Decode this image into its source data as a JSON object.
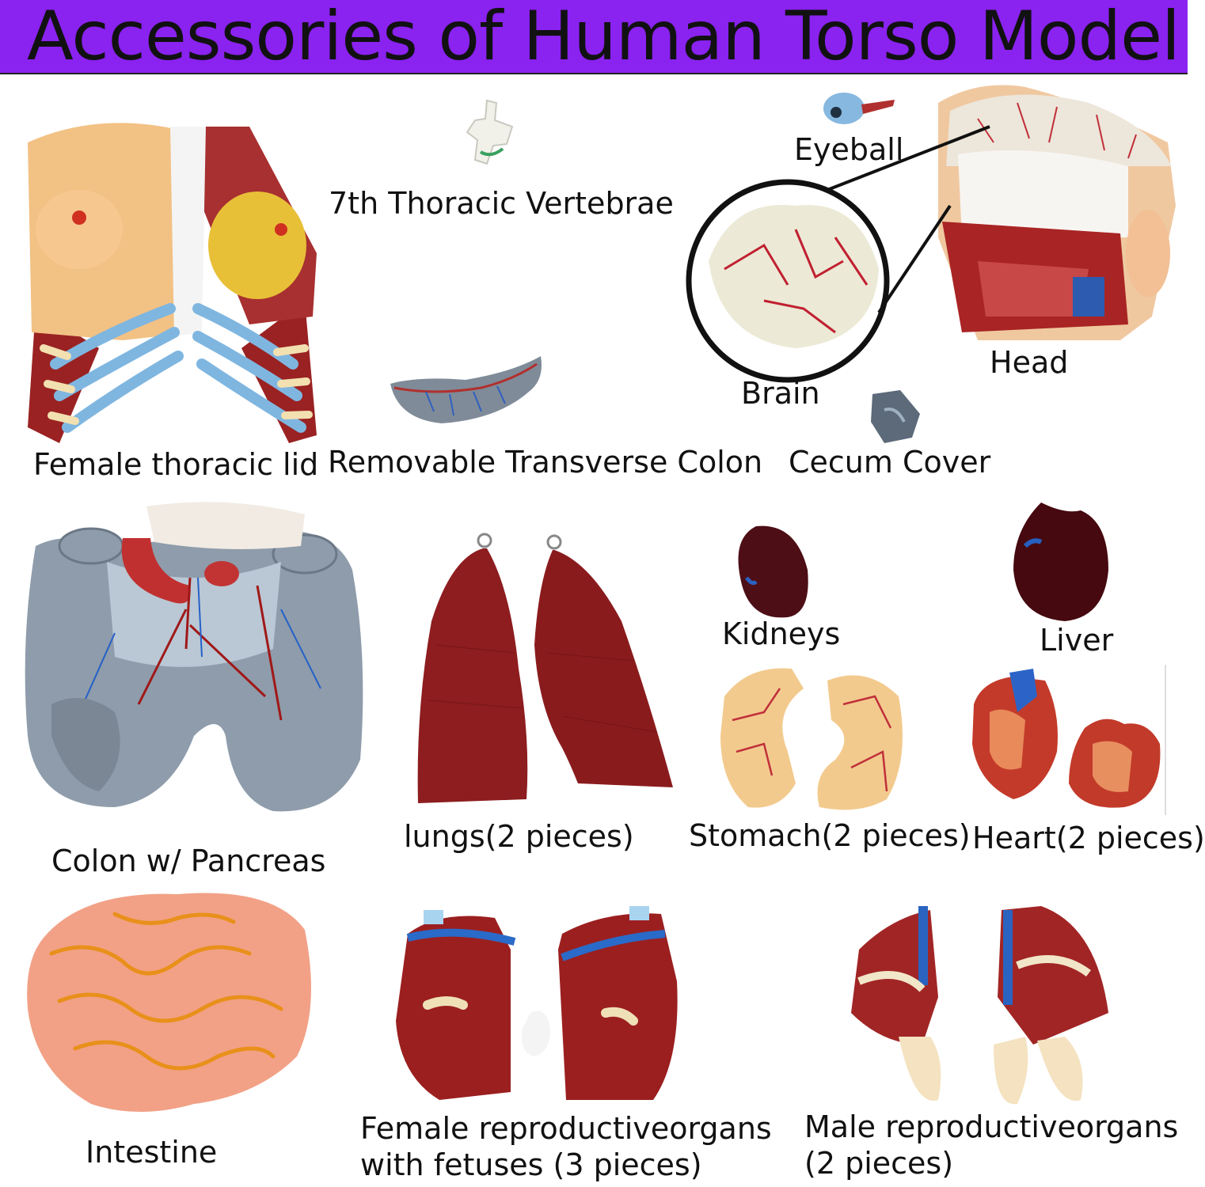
{
  "title": "Accessories of Human Torso Model",
  "labels": {
    "female_thoracic_lid": "Female thoracic lid",
    "thoracic_vertebrae": "7th Thoracic Vertebrae",
    "transverse_colon": "Removable Transverse Colon",
    "eyeball": "Eyeball",
    "brain": "Brain",
    "head": "Head",
    "cecum_cover": "Cecum Cover",
    "colon_pancreas": "Colon w/ Pancreas",
    "lungs": "lungs(2 pieces)",
    "kidneys": "Kidneys",
    "liver": "Liver",
    "stomach": "Stomach(2 pieces)",
    "heart": "Heart(2 pieces)",
    "intestine": "Intestine",
    "female_repro_line1": "Female reproductiveorgans",
    "female_repro_line2": "with fetuses (3 pieces)",
    "male_repro_line1": "Male reproductiveorgans",
    "male_repro_line2": "(2 pieces)"
  },
  "colors": {
    "banner": "#8a22f0",
    "organ_red": "#8b1a1a",
    "skin": "#f1c28a",
    "colon_gray": "#8a98a6",
    "dark_organ": "#4a0d14"
  }
}
